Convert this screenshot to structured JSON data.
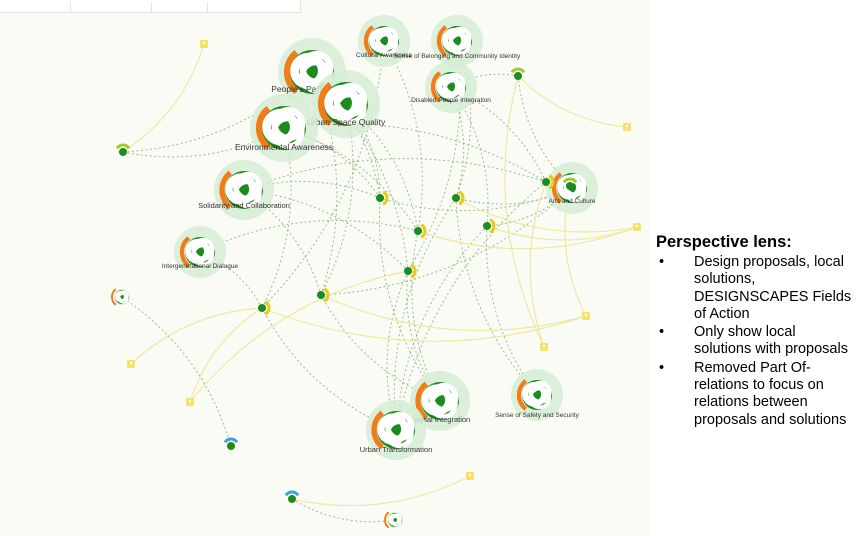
{
  "colors": {
    "background": "#fbfbf6",
    "node_green": "#1f8a1f",
    "node_halo": "#d5ecd5",
    "ring_orange": "#f07d1a",
    "ring_yellow": "#e6cc1a",
    "ring_blue": "#3da5d6",
    "proposal_yellow": "#f4e26e",
    "edge_green": "#6fae6f",
    "edge_yellow": "#ebe59a"
  },
  "panel": {
    "heading": "Perspective lens:",
    "bullets": [
      "Design proposals, local solutions, DESIGNSCAPES Fields of Action",
      "Only show local solutions with proposals",
      "Removed Part Of-relations to focus on relations between proposals and solutions"
    ]
  },
  "graph": {
    "fields": [
      {
        "id": "cultural-awareness",
        "label": "Cultural Awareness",
        "size": "small",
        "icon": "gear-cluster-icon"
      },
      {
        "id": "sense-of-belonging",
        "label": "Sense of Belonging and Community Identity",
        "size": "small",
        "icon": "gear-cluster-icon"
      },
      {
        "id": "peoples-participation",
        "label": "People's Participation",
        "size": "large",
        "icon": "gear-cluster-icon"
      },
      {
        "id": "disabled-people-integration",
        "label": "Disabled People Integration",
        "size": "small",
        "icon": "gear-cluster-icon"
      },
      {
        "id": "urban-space-quality",
        "label": "Urban Space Quality",
        "size": "large",
        "icon": "gear-cluster-icon"
      },
      {
        "id": "environmental-awareness",
        "label": "Environmental Awareness",
        "size": "large",
        "icon": "gear-cluster-icon"
      },
      {
        "id": "solidarity-and-collaboration",
        "label": "Solidarity and Collaboration",
        "size": "medium",
        "icon": "gear-cluster-icon"
      },
      {
        "id": "arts-and-culture",
        "label": "Arts and Culture",
        "size": "small",
        "icon": "gear-cluster-icon"
      },
      {
        "id": "intergenerational-dialogue",
        "label": "Intergenerational Dialogue",
        "size": "small",
        "icon": "gear-cluster-icon"
      },
      {
        "id": "spatial-integration",
        "label": "Spatial Integration",
        "size": "medium",
        "icon": "gear-cluster-icon"
      },
      {
        "id": "sense-of-safety-and-security",
        "label": "Sense of Safety and Security",
        "size": "small",
        "icon": "gear-cluster-icon"
      },
      {
        "id": "urban-transformation",
        "label": "Urban Transformation",
        "size": "medium",
        "icon": "gear-cluster-icon"
      },
      {
        "id": "tiny-left-node",
        "label": "",
        "size": "tiny",
        "icon": "gear-cluster-icon"
      },
      {
        "id": "bottom-node",
        "label": "",
        "size": "tiny",
        "icon": "gear-cluster-icon"
      }
    ],
    "solutions": [
      {
        "id": "s1",
        "ring": "yellow",
        "icon": "solution-icon"
      },
      {
        "id": "s2",
        "ring": "yellow",
        "icon": "solution-icon"
      },
      {
        "id": "s3",
        "ring": "yellow",
        "icon": "solution-icon"
      },
      {
        "id": "s4",
        "ring": "yellow",
        "icon": "solution-icon"
      },
      {
        "id": "s5",
        "ring": "yellow",
        "icon": "solution-icon"
      },
      {
        "id": "s6",
        "ring": "yellow",
        "icon": "solution-icon"
      },
      {
        "id": "s7",
        "ring": "yellow",
        "icon": "solution-icon"
      },
      {
        "id": "s8",
        "ring": "yellow",
        "icon": "solution-icon"
      },
      {
        "id": "s9",
        "ring": "green",
        "icon": "solution-icon"
      },
      {
        "id": "s10",
        "ring": "green",
        "icon": "solution-icon"
      },
      {
        "id": "s11",
        "ring": "blue",
        "icon": "solution-icon"
      },
      {
        "id": "s12",
        "ring": "blue",
        "icon": "solution-icon"
      },
      {
        "id": "s13",
        "ring": "green",
        "icon": "solution-icon"
      }
    ],
    "proposals": [
      {
        "id": "p1",
        "icon": "proposal-icon"
      },
      {
        "id": "p2",
        "icon": "proposal-icon"
      },
      {
        "id": "p3",
        "icon": "proposal-icon"
      },
      {
        "id": "p4",
        "icon": "proposal-icon"
      },
      {
        "id": "p5",
        "icon": "proposal-icon"
      },
      {
        "id": "p6",
        "icon": "proposal-icon"
      },
      {
        "id": "p7",
        "icon": "proposal-icon"
      },
      {
        "id": "p8",
        "icon": "proposal-icon"
      }
    ],
    "edges": [
      [
        "s1",
        "peoples-participation",
        "d"
      ],
      [
        "s1",
        "urban-space-quality",
        "d"
      ],
      [
        "s1",
        "environmental-awareness",
        "d"
      ],
      [
        "s1",
        "arts-and-culture",
        "d"
      ],
      [
        "s1",
        "spatial-integration",
        "d"
      ],
      [
        "s1",
        "solidarity-and-collaboration",
        "d"
      ],
      [
        "s2",
        "arts-and-culture",
        "d"
      ],
      [
        "s2",
        "disabled-people-integration",
        "d"
      ],
      [
        "s2",
        "sense-of-belonging",
        "d"
      ],
      [
        "s2",
        "urban-transformation",
        "d"
      ],
      [
        "s2",
        "sense-of-safety-and-security",
        "d"
      ],
      [
        "s3",
        "cultural-awareness",
        "d"
      ],
      [
        "s3",
        "urban-space-quality",
        "d"
      ],
      [
        "s3",
        "intergenerational-dialogue",
        "d"
      ],
      [
        "s3",
        "spatial-integration",
        "d"
      ],
      [
        "s3",
        "environmental-awareness",
        "d"
      ],
      [
        "s4",
        "arts-and-culture",
        "d"
      ],
      [
        "s4",
        "sense-of-safety-and-security",
        "d"
      ],
      [
        "s4",
        "disabled-people-integration",
        "d"
      ],
      [
        "s4",
        "urban-transformation",
        "d"
      ],
      [
        "s5",
        "peoples-participation",
        "d"
      ],
      [
        "s5",
        "solidarity-and-collaboration",
        "d"
      ],
      [
        "s5",
        "spatial-integration",
        "d"
      ],
      [
        "s5",
        "urban-transformation",
        "d"
      ],
      [
        "s5",
        "sense-of-belonging",
        "d"
      ],
      [
        "s6",
        "environmental-awareness",
        "d"
      ],
      [
        "s6",
        "intergenerational-dialogue",
        "d"
      ],
      [
        "s6",
        "urban-transformation",
        "d"
      ],
      [
        "s6",
        "cultural-awareness",
        "d"
      ],
      [
        "s7",
        "peoples-participation",
        "d"
      ],
      [
        "s7",
        "urban-space-quality",
        "d"
      ],
      [
        "s7",
        "solidarity-and-collaboration",
        "d"
      ],
      [
        "s7",
        "spatial-integration",
        "d"
      ],
      [
        "s7",
        "arts-and-culture",
        "d"
      ],
      [
        "s8",
        "environmental-awareness",
        "d"
      ],
      [
        "s8",
        "solidarity-and-collaboration",
        "d"
      ],
      [
        "s8",
        "urban-transformation",
        "d"
      ],
      [
        "s8",
        "disabled-people-integration",
        "d"
      ],
      [
        "s9",
        "environmental-awareness",
        "d"
      ],
      [
        "s9",
        "peoples-participation",
        "d"
      ],
      [
        "s10",
        "arts-and-culture",
        "d"
      ],
      [
        "s10",
        "disabled-people-integration",
        "d"
      ],
      [
        "s11",
        "tiny-left-node",
        "d"
      ],
      [
        "s12",
        "bottom-node",
        "d"
      ],
      [
        "s6",
        "p6",
        "s"
      ],
      [
        "s6",
        "p5",
        "s"
      ],
      [
        "s6",
        "p3",
        "s"
      ],
      [
        "s3",
        "p4",
        "s"
      ],
      [
        "s2",
        "p4",
        "s"
      ],
      [
        "s4",
        "p4",
        "s"
      ],
      [
        "s5",
        "p5",
        "s"
      ],
      [
        "s7",
        "p6",
        "s"
      ],
      [
        "s9",
        "p1",
        "s"
      ],
      [
        "s10",
        "p2",
        "s"
      ],
      [
        "s10",
        "p7",
        "s"
      ],
      [
        "s12",
        "p8",
        "s"
      ],
      [
        "s13",
        "p6",
        "s"
      ],
      [
        "s8",
        "p7",
        "s"
      ]
    ]
  }
}
